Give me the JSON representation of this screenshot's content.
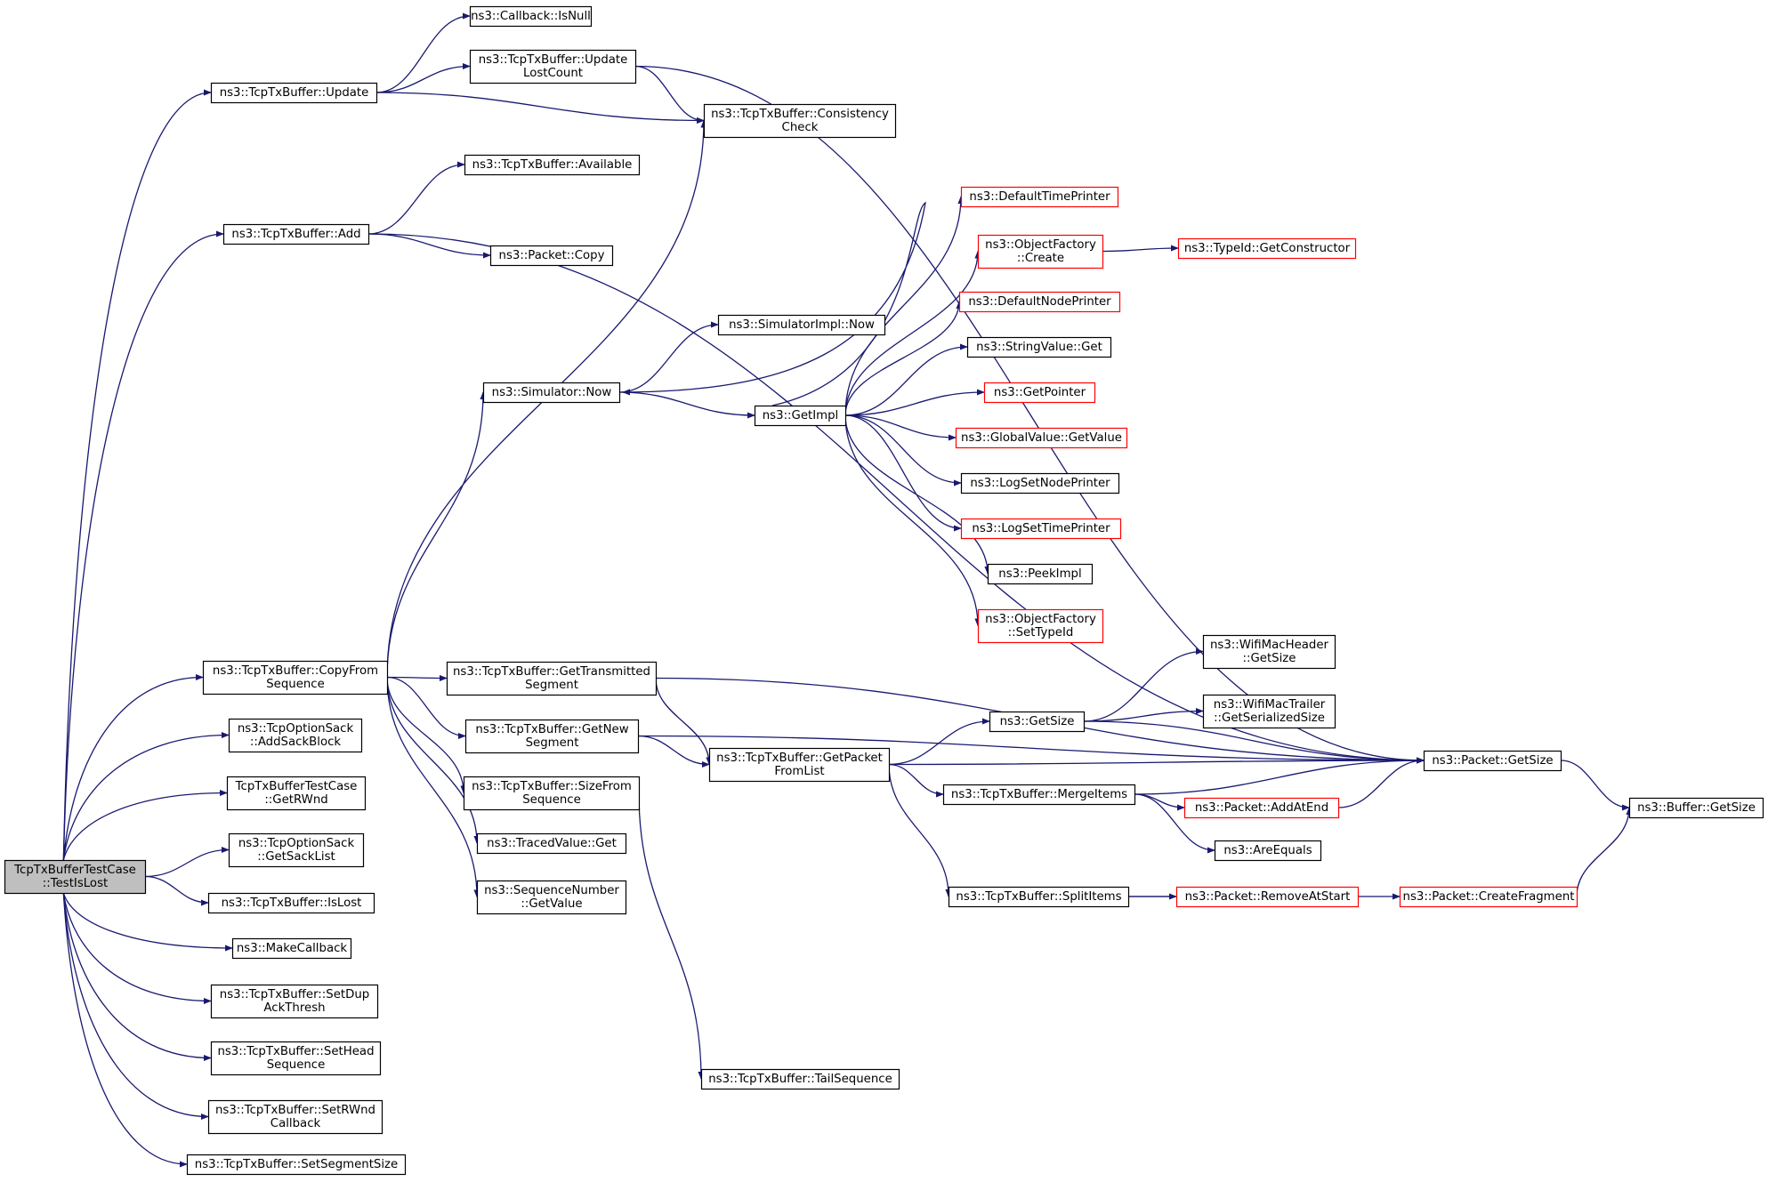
{
  "colors": {
    "edge": "#191970",
    "box_border": "#000000",
    "box_highlight_border": "#ff0000",
    "root_fill": "#bfbfbf",
    "box_fill": "#ffffff"
  },
  "nodes": [
    {
      "id": "root",
      "lines": [
        "TcpTxBufferTestCase",
        "::TestIsLost"
      ],
      "style": "root"
    },
    {
      "id": "update",
      "lines": [
        "ns3::TcpTxBuffer::Update"
      ],
      "style": "normal"
    },
    {
      "id": "callback_isnull",
      "lines": [
        "ns3::Callback::IsNull"
      ],
      "style": "normal"
    },
    {
      "id": "update_lostcount",
      "lines": [
        "ns3::TcpTxBuffer::Update",
        "LostCount"
      ],
      "style": "normal"
    },
    {
      "id": "consistency_check",
      "lines": [
        "ns3::TcpTxBuffer::Consistency",
        "Check"
      ],
      "style": "normal"
    },
    {
      "id": "available",
      "lines": [
        "ns3::TcpTxBuffer::Available"
      ],
      "style": "normal"
    },
    {
      "id": "add",
      "lines": [
        "ns3::TcpTxBuffer::Add"
      ],
      "style": "normal"
    },
    {
      "id": "packet_copy",
      "lines": [
        "ns3::Packet::Copy"
      ],
      "style": "normal"
    },
    {
      "id": "default_time_printer",
      "lines": [
        "ns3::DefaultTimePrinter"
      ],
      "style": "red"
    },
    {
      "id": "objectfactory_create",
      "lines": [
        "ns3::ObjectFactory",
        "::Create"
      ],
      "style": "red"
    },
    {
      "id": "typeid_getconstructor",
      "lines": [
        "ns3::TypeId::GetConstructor"
      ],
      "style": "red"
    },
    {
      "id": "default_node_printer",
      "lines": [
        "ns3::DefaultNodePrinter"
      ],
      "style": "red"
    },
    {
      "id": "simimpl_now",
      "lines": [
        "ns3::SimulatorImpl::Now"
      ],
      "style": "normal"
    },
    {
      "id": "stringvalue_get",
      "lines": [
        "ns3::StringValue::Get"
      ],
      "style": "normal"
    },
    {
      "id": "simulator_now",
      "lines": [
        "ns3::Simulator::Now"
      ],
      "style": "normal"
    },
    {
      "id": "getimpl",
      "lines": [
        "ns3::GetImpl"
      ],
      "style": "normal"
    },
    {
      "id": "getpointer",
      "lines": [
        "ns3::GetPointer"
      ],
      "style": "red"
    },
    {
      "id": "globalvalue_getvalue",
      "lines": [
        "ns3::GlobalValue::GetValue"
      ],
      "style": "red"
    },
    {
      "id": "logsetnodeprinter",
      "lines": [
        "ns3::LogSetNodePrinter"
      ],
      "style": "normal"
    },
    {
      "id": "logsettimeprinter",
      "lines": [
        "ns3::LogSetTimePrinter"
      ],
      "style": "red"
    },
    {
      "id": "peekimpl",
      "lines": [
        "ns3::PeekImpl"
      ],
      "style": "normal"
    },
    {
      "id": "objectfactory_settypeid",
      "lines": [
        "ns3::ObjectFactory",
        "::SetTypeId"
      ],
      "style": "red"
    },
    {
      "id": "copyfromsequence",
      "lines": [
        "ns3::TcpTxBuffer::CopyFrom",
        "Sequence"
      ],
      "style": "normal"
    },
    {
      "id": "gettransmittedsegment",
      "lines": [
        "ns3::TcpTxBuffer::GetTransmitted",
        "Segment"
      ],
      "style": "normal"
    },
    {
      "id": "wifimacheader_getsize",
      "lines": [
        "ns3::WifiMacHeader",
        "::GetSize"
      ],
      "style": "normal"
    },
    {
      "id": "getsize",
      "lines": [
        "ns3::GetSize"
      ],
      "style": "normal"
    },
    {
      "id": "wifimactrailer_getserializedsize",
      "lines": [
        "ns3::WifiMacTrailer",
        "::GetSerializedSize"
      ],
      "style": "normal"
    },
    {
      "id": "addsackblock",
      "lines": [
        "ns3::TcpOptionSack",
        "::AddSackBlock"
      ],
      "style": "normal"
    },
    {
      "id": "getnewsegment",
      "lines": [
        "ns3::TcpTxBuffer::GetNew",
        "Segment"
      ],
      "style": "normal"
    },
    {
      "id": "getpacketfromlist",
      "lines": [
        "ns3::TcpTxBuffer::GetPacket",
        "FromList"
      ],
      "style": "normal"
    },
    {
      "id": "packet_getsize",
      "lines": [
        "ns3::Packet::GetSize"
      ],
      "style": "normal"
    },
    {
      "id": "getrwnd",
      "lines": [
        "TcpTxBufferTestCase",
        "::GetRWnd"
      ],
      "style": "normal"
    },
    {
      "id": "sizefromsequence",
      "lines": [
        "ns3::TcpTxBuffer::SizeFrom",
        "Sequence"
      ],
      "style": "normal"
    },
    {
      "id": "mergeitems",
      "lines": [
        "ns3::TcpTxBuffer::MergeItems"
      ],
      "style": "normal"
    },
    {
      "id": "packet_addatend",
      "lines": [
        "ns3::Packet::AddAtEnd"
      ],
      "style": "red"
    },
    {
      "id": "buffer_getsize",
      "lines": [
        "ns3::Buffer::GetSize"
      ],
      "style": "normal"
    },
    {
      "id": "getsacklist",
      "lines": [
        "ns3::TcpOptionSack",
        "::GetSackList"
      ],
      "style": "normal"
    },
    {
      "id": "tracedvalue_get",
      "lines": [
        "ns3::TracedValue::Get"
      ],
      "style": "normal"
    },
    {
      "id": "areequals",
      "lines": [
        "ns3::AreEquals"
      ],
      "style": "normal"
    },
    {
      "id": "islost",
      "lines": [
        "ns3::TcpTxBuffer::IsLost"
      ],
      "style": "normal"
    },
    {
      "id": "seqnum_getvalue",
      "lines": [
        "ns3::SequenceNumber",
        "::GetValue"
      ],
      "style": "normal"
    },
    {
      "id": "splititems",
      "lines": [
        "ns3::TcpTxBuffer::SplitItems"
      ],
      "style": "normal"
    },
    {
      "id": "packet_removeatstart",
      "lines": [
        "ns3::Packet::RemoveAtStart"
      ],
      "style": "red"
    },
    {
      "id": "packet_createfragment",
      "lines": [
        "ns3::Packet::CreateFragment"
      ],
      "style": "red"
    },
    {
      "id": "makecallback",
      "lines": [
        "ns3::MakeCallback"
      ],
      "style": "normal"
    },
    {
      "id": "setdupackthresh",
      "lines": [
        "ns3::TcpTxBuffer::SetDup",
        "AckThresh"
      ],
      "style": "normal"
    },
    {
      "id": "setheadsequence",
      "lines": [
        "ns3::TcpTxBuffer::SetHead",
        "Sequence"
      ],
      "style": "normal"
    },
    {
      "id": "tailsequence",
      "lines": [
        "ns3::TcpTxBuffer::TailSequence"
      ],
      "style": "normal"
    },
    {
      "id": "setrwndcallback",
      "lines": [
        "ns3::TcpTxBuffer::SetRWnd",
        "Callback"
      ],
      "style": "normal"
    },
    {
      "id": "setsegmentsize",
      "lines": [
        "ns3::TcpTxBuffer::SetSegmentSize"
      ],
      "style": "normal"
    }
  ],
  "edges": [
    [
      "root",
      "update"
    ],
    [
      "root",
      "add"
    ],
    [
      "root",
      "copyfromsequence"
    ],
    [
      "root",
      "addsackblock"
    ],
    [
      "root",
      "getrwnd"
    ],
    [
      "root",
      "getsacklist"
    ],
    [
      "root",
      "islost"
    ],
    [
      "root",
      "makecallback"
    ],
    [
      "root",
      "setdupackthresh"
    ],
    [
      "root",
      "setheadsequence"
    ],
    [
      "root",
      "setrwndcallback"
    ],
    [
      "root",
      "setsegmentsize"
    ],
    [
      "update",
      "callback_isnull"
    ],
    [
      "update",
      "update_lostcount"
    ],
    [
      "update",
      "consistency_check"
    ],
    [
      "update_lostcount",
      "consistency_check"
    ],
    [
      "update_lostcount",
      "packet_getsize"
    ],
    [
      "add",
      "available"
    ],
    [
      "add",
      "packet_copy"
    ],
    [
      "add",
      "packet_getsize"
    ],
    [
      "copyfromsequence",
      "consistency_check"
    ],
    [
      "copyfromsequence",
      "simulator_now"
    ],
    [
      "copyfromsequence",
      "gettransmittedsegment"
    ],
    [
      "copyfromsequence",
      "getnewsegment"
    ],
    [
      "copyfromsequence",
      "sizefromsequence"
    ],
    [
      "copyfromsequence",
      "tracedvalue_get"
    ],
    [
      "copyfromsequence",
      "seqnum_getvalue"
    ],
    [
      "simulator_now",
      "simimpl_now"
    ],
    [
      "simulator_now",
      "getimpl"
    ],
    [
      "getimpl",
      "default_time_printer"
    ],
    [
      "getimpl",
      "objectfactory_create"
    ],
    [
      "getimpl",
      "default_node_printer"
    ],
    [
      "getimpl",
      "stringvalue_get"
    ],
    [
      "getimpl",
      "getpointer"
    ],
    [
      "getimpl",
      "globalvalue_getvalue"
    ],
    [
      "getimpl",
      "logsetnodeprinter"
    ],
    [
      "getimpl",
      "logsettimeprinter"
    ],
    [
      "getimpl",
      "peekimpl"
    ],
    [
      "getimpl",
      "objectfactory_settypeid"
    ],
    [
      "getimpl",
      "simulator_now"
    ],
    [
      "objectfactory_create",
      "typeid_getconstructor"
    ],
    [
      "gettransmittedsegment",
      "getpacketfromlist"
    ],
    [
      "gettransmittedsegment",
      "packet_getsize"
    ],
    [
      "getnewsegment",
      "getpacketfromlist"
    ],
    [
      "getnewsegment",
      "packet_getsize"
    ],
    [
      "sizefromsequence",
      "tailsequence"
    ],
    [
      "getpacketfromlist",
      "getsize"
    ],
    [
      "getpacketfromlist",
      "mergeitems"
    ],
    [
      "getpacketfromlist",
      "splititems"
    ],
    [
      "getpacketfromlist",
      "packet_getsize"
    ],
    [
      "getsize",
      "wifimacheader_getsize"
    ],
    [
      "getsize",
      "wifimactrailer_getserializedsize"
    ],
    [
      "getsize",
      "packet_getsize"
    ],
    [
      "mergeitems",
      "packet_getsize"
    ],
    [
      "mergeitems",
      "packet_addatend"
    ],
    [
      "mergeitems",
      "areequals"
    ],
    [
      "packet_addatend",
      "packet_getsize"
    ],
    [
      "splititems",
      "packet_removeatstart"
    ],
    [
      "splititems",
      "packet_createfragment"
    ],
    [
      "packet_getsize",
      "buffer_getsize"
    ],
    [
      "packet_createfragment",
      "buffer_getsize"
    ]
  ]
}
